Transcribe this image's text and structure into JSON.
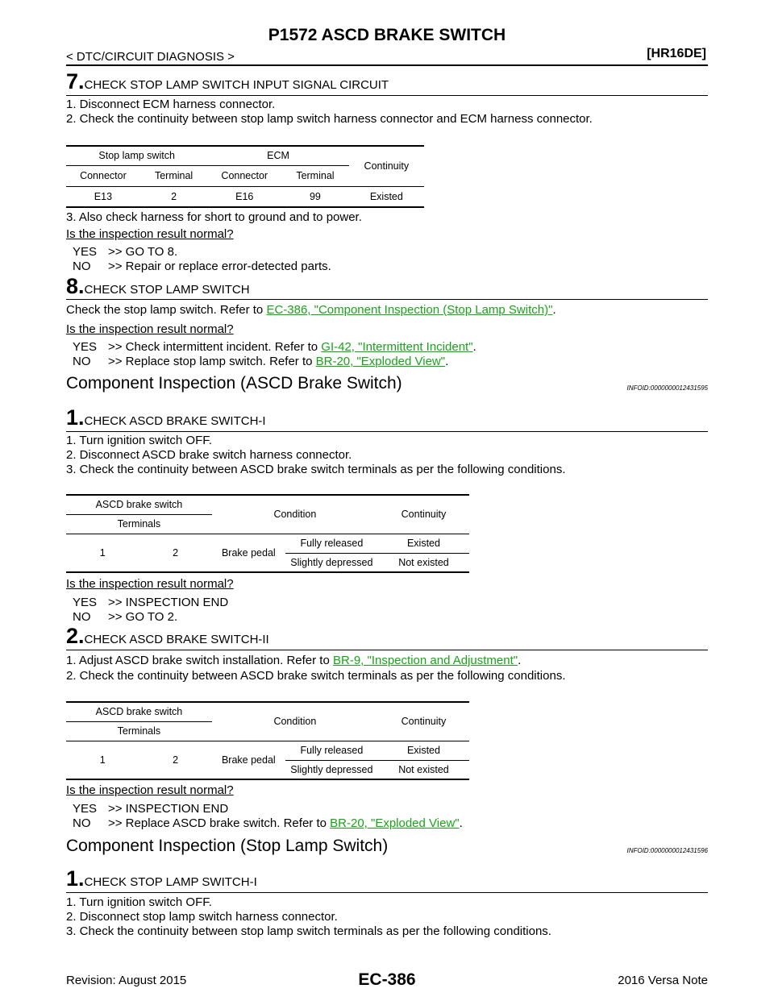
{
  "header": {
    "title": "P1572 ASCD BRAKE SWITCH",
    "breadcrumb": "< DTC/CIRCUIT DIAGNOSIS >",
    "engine": "[HR16DE]"
  },
  "step7": {
    "num": "7.",
    "title": "CHECK STOP LAMP SWITCH INPUT SIGNAL CIRCUIT",
    "lines": [
      "1. Disconnect ECM harness connector.",
      "2. Check the continuity between stop lamp switch harness connector and ECM harness connector."
    ],
    "table": {
      "h1": [
        "Stop lamp switch",
        "ECM",
        "Continuity"
      ],
      "h2": [
        "Connector",
        "Terminal",
        "Connector",
        "Terminal"
      ],
      "row": [
        "E13",
        "2",
        "E16",
        "99",
        "Existed"
      ]
    },
    "after": "3. Also check harness for short to ground and to power.",
    "question": "Is the inspection result normal?",
    "yes_key": "YES",
    "yes_text": ">> GO TO 8.",
    "no_key": "NO",
    "no_text": ">> Repair or replace error-detected parts."
  },
  "step8": {
    "num": "8.",
    "title": "CHECK STOP LAMP SWITCH",
    "line_pre": "Check the stop lamp switch. Refer to ",
    "line_link": "EC-386, \"Component Inspection (Stop Lamp Switch)\"",
    "line_post": ".",
    "question": "Is the inspection result normal?",
    "yes_key": "YES",
    "yes_pre": ">> Check intermittent incident. Refer to ",
    "yes_link": "GI-42, \"Intermittent Incident\"",
    "yes_post": ".",
    "no_key": "NO",
    "no_pre": ">> Replace stop lamp switch. Refer to ",
    "no_link": "BR-20, \"Exploded View\"",
    "no_post": "."
  },
  "section1": {
    "title": "Component Inspection (ASCD Brake Switch)",
    "infoid": "INFOID:0000000012431595"
  },
  "s1step1": {
    "num": "1.",
    "title": "CHECK ASCD BRAKE SWITCH-I",
    "lines": [
      "1. Turn ignition switch OFF.",
      "2. Disconnect ASCD brake switch harness connector.",
      "3. Check the continuity between ASCD brake switch terminals as per the following conditions."
    ],
    "table": {
      "h_switch": "ASCD brake switch",
      "h_terminals": "Terminals",
      "h_condition": "Condition",
      "h_continuity": "Continuity",
      "t1": "1",
      "t2": "2",
      "cond": "Brake pedal",
      "r1c": "Fully released",
      "r1v": "Existed",
      "r2c": "Slightly depressed",
      "r2v": "Not existed"
    },
    "question": "Is the inspection result normal?",
    "yes_key": "YES",
    "yes_text": ">> INSPECTION END",
    "no_key": "NO",
    "no_text": ">> GO TO 2."
  },
  "s1step2": {
    "num": "2.",
    "title": "CHECK ASCD BRAKE SWITCH-II",
    "line1_pre": "1. Adjust ASCD brake switch installation. Refer to ",
    "line1_link": "BR-9, \"Inspection and Adjustment\"",
    "line1_post": ".",
    "line2": "2. Check the continuity between ASCD brake switch terminals as per the following conditions.",
    "table": {
      "h_switch": "ASCD brake switch",
      "h_terminals": "Terminals",
      "h_condition": "Condition",
      "h_continuity": "Continuity",
      "t1": "1",
      "t2": "2",
      "cond": "Brake pedal",
      "r1c": "Fully released",
      "r1v": "Existed",
      "r2c": "Slightly depressed",
      "r2v": "Not existed"
    },
    "question": "Is the inspection result normal?",
    "yes_key": "YES",
    "yes_text": ">> INSPECTION END",
    "no_key": "NO",
    "no_pre": ">> Replace ASCD brake switch. Refer to ",
    "no_link": "BR-20, \"Exploded View\"",
    "no_post": "."
  },
  "section2": {
    "title": "Component Inspection (Stop Lamp Switch)",
    "infoid": "INFOID:0000000012431596"
  },
  "s2step1": {
    "num": "1.",
    "title": "CHECK STOP LAMP SWITCH-I",
    "lines": [
      "1. Turn ignition switch OFF.",
      "2. Disconnect stop lamp switch harness connector.",
      "3. Check the continuity between stop lamp switch terminals as per the following conditions."
    ]
  },
  "footer": {
    "revision": "Revision: August 2015",
    "page": "EC-386",
    "model": "2016 Versa Note"
  },
  "colors": {
    "link": "#19a319"
  }
}
